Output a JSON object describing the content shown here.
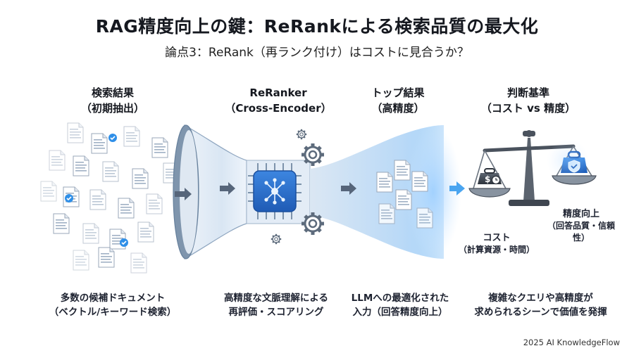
{
  "header": {
    "title": "RAG精度向上の鍵：ReRankによる検索品質の最大化",
    "subtitle": "論点3：ReRank（再ランク付け）はコストに見合うか？"
  },
  "columns": [
    {
      "head_line1": "検索結果",
      "head_line2": "（初期抽出）",
      "foot_line1": "多数の候補ドキュメント",
      "foot_line2": "（ベクトル/キーワード検索）"
    },
    {
      "head_line1": "ReRanker",
      "head_line2": "（Cross-Encoder）",
      "foot_line1": "高精度な文脈理解による",
      "foot_line2": "再評価・スコアリング"
    },
    {
      "head_line1": "トップ結果",
      "head_line2": "（高精度）",
      "foot_line1": "LLMへの最適化された",
      "foot_line2": "入力（回答精度向上）"
    },
    {
      "head_line1": "判断基準",
      "head_line2": "（コスト vs 精度）",
      "foot_line1": "複雑なクエリや高精度が",
      "foot_line2": "求められるシーンで価値を発揮"
    }
  ],
  "scale": {
    "cost_label": "コスト",
    "cost_detail": "（計算資源・時間）",
    "precision_label": "精度向上",
    "precision_detail": "（回答品質・信頼性）",
    "cost_icon": "dollar-clock-weight-icon",
    "precision_icon": "shield-check-weight-icon"
  },
  "footer": {
    "credit": "2025 AI KnowledgeFlow"
  },
  "colors": {
    "accent": "#2f8fe8",
    "funnel_light": "#e4eef8",
    "funnel_dark": "#8fa6c0",
    "chip": "#2c6fd0"
  }
}
